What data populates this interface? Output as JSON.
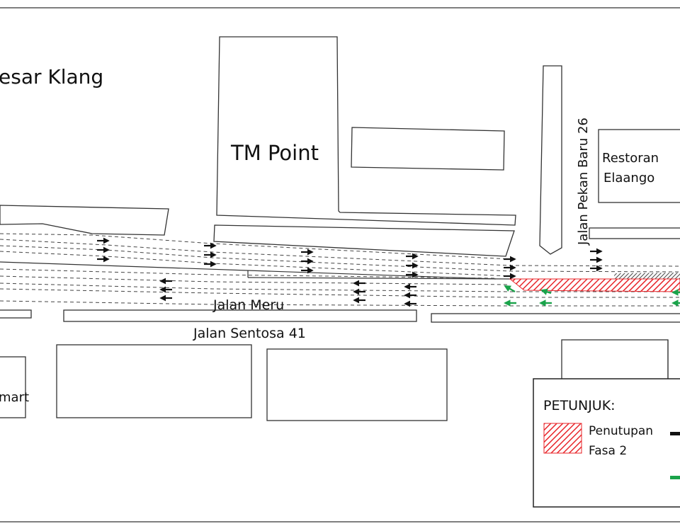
{
  "labels": {
    "main_road_partial": "esar Klang",
    "tm_point": "TM Point",
    "restoran_line1": "Restoran",
    "restoran_line2": "Elaango",
    "jalan_pekan_baru": "Jalan Pekan Baru 26",
    "jalan_meru": "Jalan Meru",
    "jalan_sentosa": "Jalan Sentosa 41",
    "mart_partial": "mart"
  },
  "legend": {
    "title": "PETUNJUK:",
    "closure_line1": "Penutupan",
    "closure_line2": "Fasa 2"
  },
  "colors": {
    "closure_red": "#e8252a",
    "diverted_green": "#1aa34a",
    "outline": "#333333",
    "arrow_black": "#111111"
  },
  "icons": {
    "traffic_flow": "arrow-right-icon",
    "opposing_flow": "arrow-left-icon",
    "diversion": "green-arrow-icon",
    "closure": "hatched-closure-icon"
  }
}
